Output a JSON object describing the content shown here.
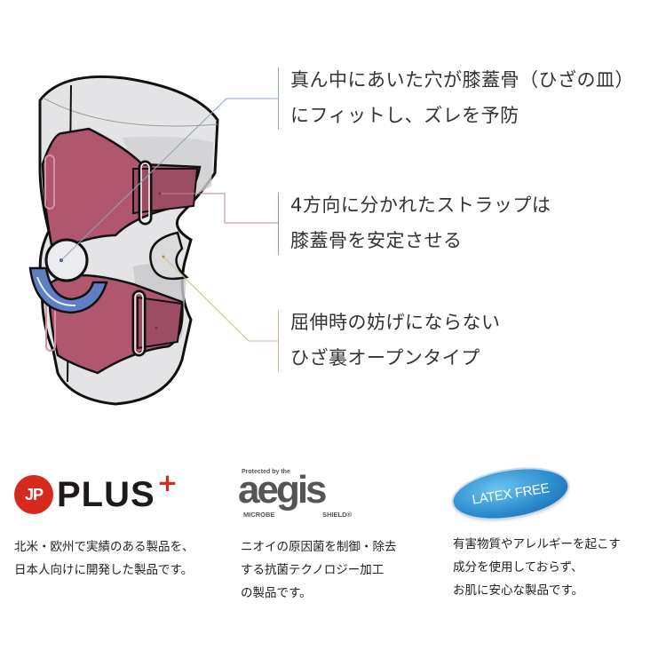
{
  "features": [
    {
      "lines": [
        "真ん中にあいた穴が膝蓋骨（ひざの皿）",
        "にフィットし、ズレを予防"
      ],
      "color": "#8da2c4"
    },
    {
      "lines": [
        "4方向に分かれたストラップは",
        "膝蓋骨を安定させる"
      ],
      "color": "#b9869b"
    },
    {
      "lines": [
        "屈伸時の妨げにならない",
        "ひざ裏オープンタイプ"
      ],
      "color": "#d2bb8e"
    }
  ],
  "badges": [
    {
      "logo": {
        "circle_text": "JP",
        "word": "PLUS",
        "mark": "+"
      },
      "lines": [
        "北米・欧州で実績のある製品を、",
        "日本人向けに開発した製品です。"
      ]
    },
    {
      "logo": {
        "top": "Protected by the",
        "word": "aegis",
        "left": "MICROBE",
        "right": "SHIELD®"
      },
      "lines": [
        "ニオイの原因菌を制御・除去",
        "する抗菌テクノロジー加工",
        "の製品です。"
      ]
    },
    {
      "logo": {
        "text": "LATEX FREE"
      },
      "lines": [
        "有害物質やアレルギーを起こす",
        "成分を使用しておらず、",
        "お肌に安心な製品です。"
      ]
    }
  ],
  "colors": {
    "strap": "#b0566f",
    "ring": "#5f7fc4",
    "sleeve": "#e2e2e4",
    "accent_red": "#d62a1e"
  }
}
